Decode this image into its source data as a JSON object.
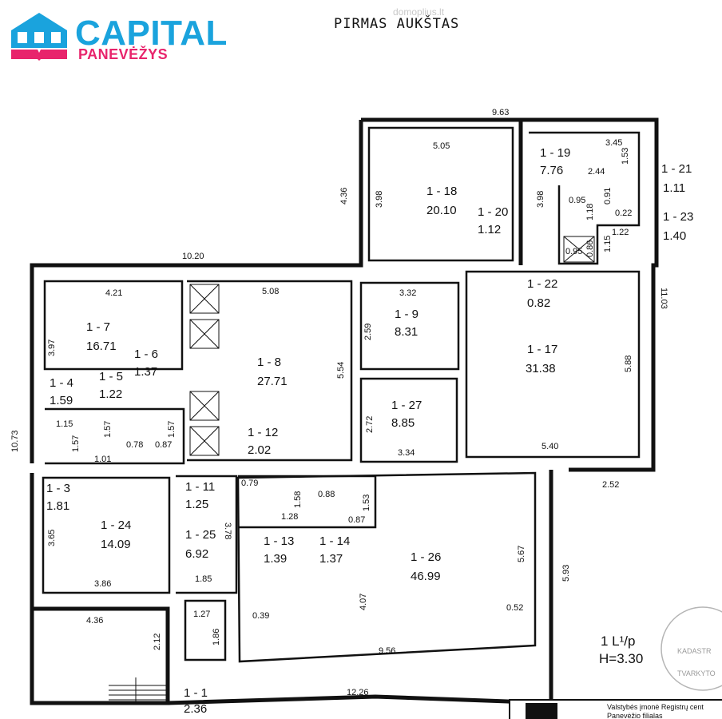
{
  "brand": {
    "name": "CAPITAL",
    "city": "PANEVĖŽYS",
    "watermark": "domoplius.lt"
  },
  "title": "PIRMAS AUKŠTAS",
  "level": {
    "line1": "1 L¹/p",
    "line2": "H=3.30"
  },
  "stamp": {
    "text1": "KADASTR",
    "text2": "TVARKYTO"
  },
  "registry": {
    "line1": "Valstybės įmonė Registrų cent",
    "line2": "Panevėžio filialas"
  },
  "rooms": [
    {
      "id": "1 - 1",
      "area": "2.36"
    },
    {
      "id": "1 - 3",
      "area": "1.81"
    },
    {
      "id": "1 - 4",
      "area": "1.59"
    },
    {
      "id": "1 - 5",
      "area": "1.22"
    },
    {
      "id": "1 - 6",
      "area": "1.37"
    },
    {
      "id": "1 - 7",
      "area": "16.71"
    },
    {
      "id": "1 - 8",
      "area": "27.71"
    },
    {
      "id": "1 - 9",
      "area": "8.31"
    },
    {
      "id": "1 - 11",
      "area": "1.25"
    },
    {
      "id": "1 - 12",
      "area": "2.02"
    },
    {
      "id": "1 - 13",
      "area": "1.39"
    },
    {
      "id": "1 - 14",
      "area": "1.37"
    },
    {
      "id": "1 - 17",
      "area": "31.38"
    },
    {
      "id": "1 - 18",
      "area": "20.10"
    },
    {
      "id": "1 - 19",
      "area": "7.76"
    },
    {
      "id": "1 - 20",
      "area": "1.12"
    },
    {
      "id": "1 - 21",
      "area": "1.11"
    },
    {
      "id": "1 - 22",
      "area": "0.82"
    },
    {
      "id": "1 - 23",
      "area": "1.40"
    },
    {
      "id": "1 - 24",
      "area": "14.09"
    },
    {
      "id": "1 - 25",
      "area": "6.92"
    },
    {
      "id": "1 - 26",
      "area": "46.99"
    },
    {
      "id": "1 - 27",
      "area": "8.85"
    }
  ],
  "dims": [
    "9.63",
    "5.05",
    "3.45",
    "1.53",
    "2.44",
    "4.36",
    "3.98",
    "3.98",
    "0.95",
    "0.91",
    "1.18",
    "0.22",
    "1.22",
    "1.15",
    "0.95",
    "0.86",
    "10.20",
    "4.21",
    "5.08",
    "3.32",
    "11.03",
    "3.97",
    "2.59",
    "5.54",
    "5.88",
    "10.73",
    "1.15",
    "1.57",
    "1.57",
    "1.01",
    "0.78",
    "1.57",
    "0.87",
    "2.72",
    "3.34",
    "5.40",
    "2.52",
    "0.79",
    "1.58",
    "0.88",
    "1.53",
    "0.87",
    "1.28",
    "3.78",
    "3.65",
    "3.86",
    "1.85",
    "5.67",
    "5.93",
    "4.07",
    "4.36",
    "0.39",
    "0.52",
    "1.27",
    "2.12",
    "1.86",
    "9.56",
    "12.26"
  ]
}
